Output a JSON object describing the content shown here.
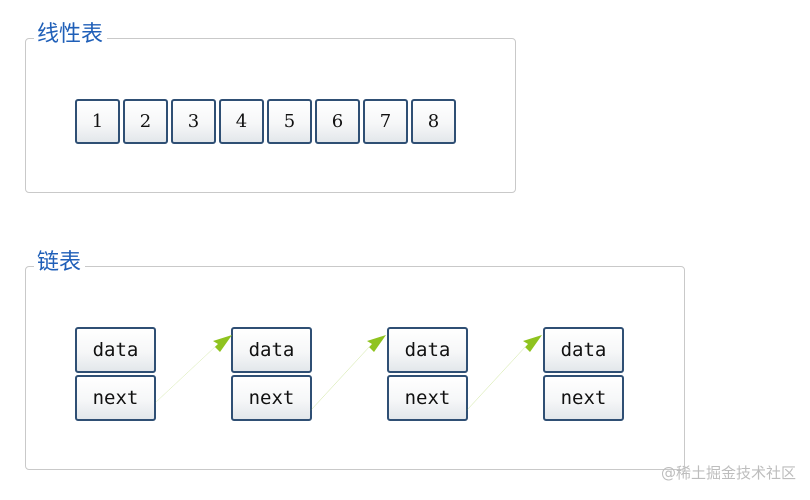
{
  "array_section": {
    "title": "线性表",
    "cells": [
      "1",
      "2",
      "3",
      "4",
      "5",
      "6",
      "7",
      "8"
    ]
  },
  "list_section": {
    "title": "链表",
    "nodes": [
      {
        "data": "data",
        "next": "next"
      },
      {
        "data": "data",
        "next": "next"
      },
      {
        "data": "data",
        "next": "next"
      },
      {
        "data": "data",
        "next": "next"
      }
    ]
  },
  "colors": {
    "legend_text": "#1f5fb8",
    "cell_border": "#2f4f74",
    "arrow": "#8fc31f"
  },
  "watermark": "@稀土掘金技术社区"
}
